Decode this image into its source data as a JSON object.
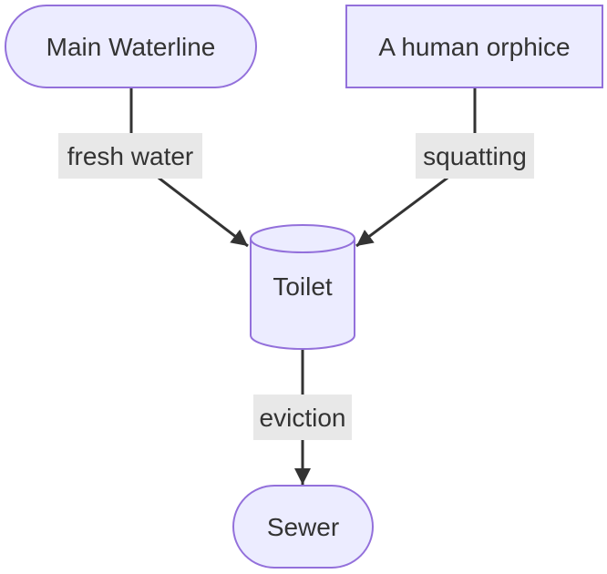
{
  "nodes": {
    "main_waterline": {
      "label": "Main Waterline",
      "shape": "stadium"
    },
    "human_orphice": {
      "label": "A human orphice",
      "shape": "rectangle"
    },
    "toilet": {
      "label": "Toilet",
      "shape": "cylinder"
    },
    "sewer": {
      "label": "Sewer",
      "shape": "stadium"
    }
  },
  "edges": [
    {
      "from": "main_waterline",
      "to": "toilet",
      "label": "fresh water"
    },
    {
      "from": "human_orphice",
      "to": "toilet",
      "label": "squatting"
    },
    {
      "from": "toilet",
      "to": "sewer",
      "label": "eviction"
    }
  ],
  "colors": {
    "node_fill": "#ececff",
    "node_stroke": "#9370db",
    "edge": "#333333",
    "edge_label_bg": "#e8e8e8",
    "text": "#333333"
  }
}
